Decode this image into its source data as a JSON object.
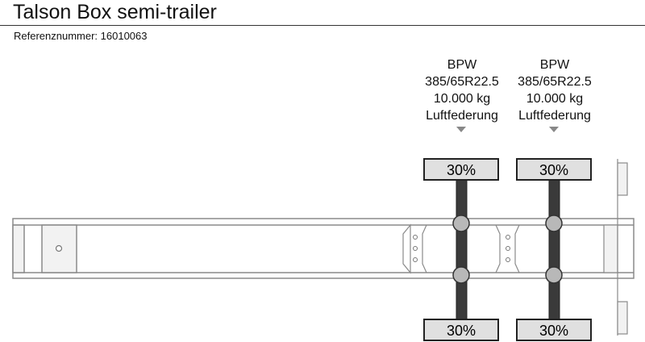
{
  "header": {
    "title": "Talson Box semi-trailer",
    "reference": "Referenznummer: 16010063"
  },
  "axles": [
    {
      "brand": "BPW",
      "tire": "385/65R22.5",
      "load": "10.000 kg",
      "suspension": "Luftfederung",
      "wear_top": "30%",
      "wear_bottom": "30%"
    },
    {
      "brand": "BPW",
      "tire": "385/65R22.5",
      "load": "10.000 kg",
      "suspension": "Luftfederung",
      "wear_top": "30%",
      "wear_bottom": "30%"
    }
  ],
  "colors": {
    "frame_stroke": "#8a8a8a",
    "frame_fill": "#f2f2f2",
    "tire_fill": "#e0e0e0",
    "axle_fill": "#3a3a3a",
    "hub_fill": "#b8b8b8",
    "arrow": "#888888"
  }
}
